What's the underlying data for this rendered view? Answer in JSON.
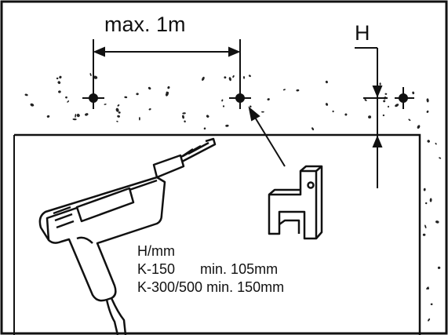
{
  "dimension": {
    "label": "max. 1m"
  },
  "height_marker": {
    "label": "H"
  },
  "legend": {
    "heading": "H/mm",
    "rows": [
      {
        "model": "K-150",
        "value": "min. 105mm"
      },
      {
        "model": "K-300/500",
        "value": "min. 150mm"
      }
    ]
  },
  "colors": {
    "ink": "#111111",
    "background": "#ffffff"
  },
  "icons": [
    "drill-icon",
    "bracket-icon",
    "drill-hole-mark-icon"
  ]
}
